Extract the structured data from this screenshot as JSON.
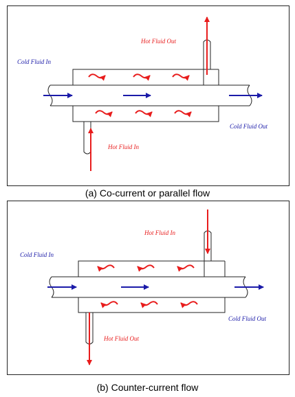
{
  "diagrams": [
    {
      "id": "co-current",
      "caption": "(a) Co-current or parallel flow",
      "labels": {
        "cold_in": "Cold Fluid In",
        "cold_out": "Cold Fluid Out",
        "hot_in": "Hot Fluid In",
        "hot_out": "Hot Fluid Out"
      },
      "hot_flow_direction": "left-to-right"
    },
    {
      "id": "counter-current",
      "caption": "(b) Counter-current flow",
      "labels": {
        "cold_in": "Cold Fluid In",
        "cold_out": "Cold Fluid Out",
        "hot_in": "Hot Fluid In",
        "hot_out": "Hot Fluid Out"
      },
      "hot_flow_direction": "right-to-left"
    }
  ],
  "colors": {
    "cold": "#1a1aa8",
    "hot": "#e81c1c",
    "outline": "#222222"
  }
}
